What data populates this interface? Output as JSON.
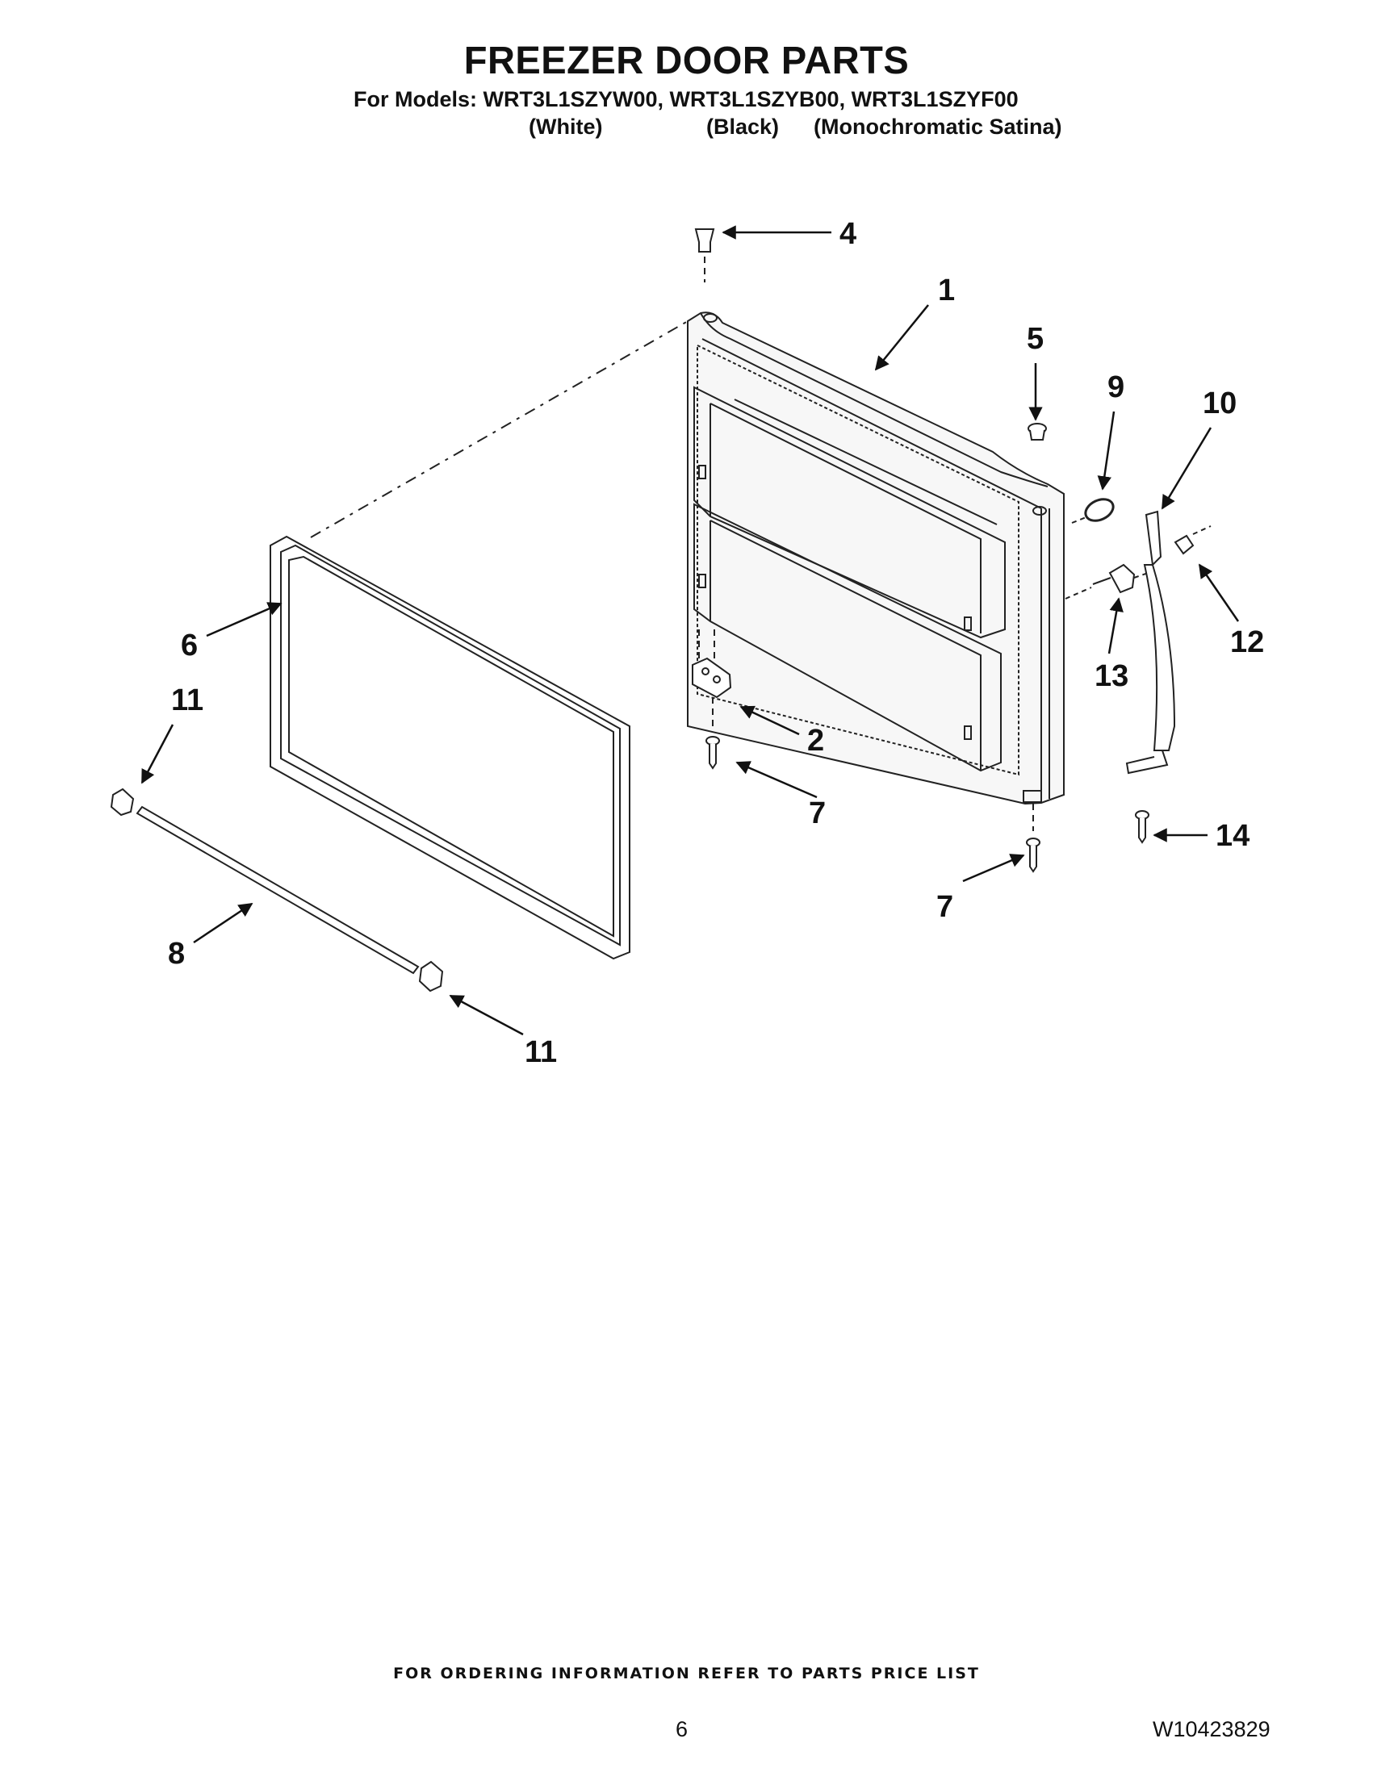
{
  "title": "FREEZER DOOR PARTS",
  "models_line": "For Models: WRT3L1SZYW00, WRT3L1SZYB00, WRT3L1SZYF00",
  "variants": [
    "(White)",
    "(Black)",
    "(Monochromatic Satina)"
  ],
  "callouts": {
    "c1": "1",
    "c2": "2",
    "c4": "4",
    "c5": "5",
    "c6": "6",
    "c7a": "7",
    "c7b": "7",
    "c8": "8",
    "c9": "9",
    "c10": "10",
    "c11a": "11",
    "c11b": "11",
    "c12": "12",
    "c13": "13",
    "c14": "14"
  },
  "footer": {
    "ordering_note": "FOR ORDERING INFORMATION REFER TO PARTS PRICE LIST",
    "page_number": "6",
    "document_id": "W10423829"
  }
}
